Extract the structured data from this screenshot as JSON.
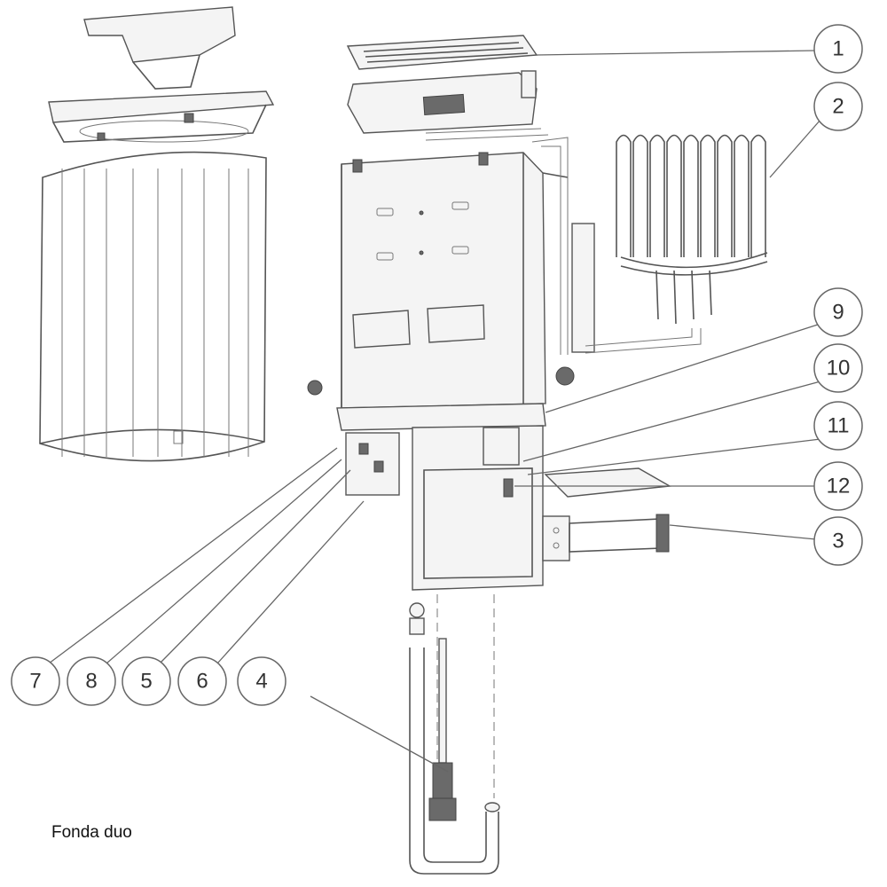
{
  "caption": "Fonda duo",
  "callouts": [
    {
      "id": "1",
      "label": "1"
    },
    {
      "id": "2",
      "label": "2"
    },
    {
      "id": "3",
      "label": "3"
    },
    {
      "id": "4",
      "label": "4"
    },
    {
      "id": "5",
      "label": "5"
    },
    {
      "id": "6",
      "label": "6"
    },
    {
      "id": "7",
      "label": "7"
    },
    {
      "id": "8",
      "label": "8"
    },
    {
      "id": "9",
      "label": "9"
    },
    {
      "id": "10",
      "label": "10"
    },
    {
      "id": "11",
      "label": "11"
    },
    {
      "id": "12",
      "label": "12"
    }
  ]
}
